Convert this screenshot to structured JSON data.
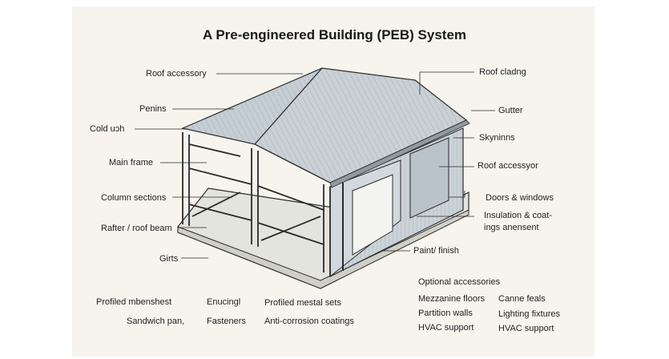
{
  "title": "A Pre-engineered Building (PEB) System",
  "labels_left": [
    {
      "id": "roof-accessory-left",
      "text": "Roof accessory"
    },
    {
      "id": "penins",
      "text": "Penins"
    },
    {
      "id": "cold-form",
      "text": "Cold uɔh"
    },
    {
      "id": "main-frame",
      "text": "Main frame"
    },
    {
      "id": "column-sections",
      "text": "Column sections"
    },
    {
      "id": "rafter-roof-beam",
      "text": "Rafter / roof beam"
    },
    {
      "id": "girts",
      "text": "Girts"
    }
  ],
  "labels_right": [
    {
      "id": "roof-cladding",
      "text": "Roof cladng"
    },
    {
      "id": "gutter",
      "text": "Gutter"
    },
    {
      "id": "skynins",
      "text": "Skyninns"
    },
    {
      "id": "roof-accessory-right",
      "text": "Roof accessyor"
    },
    {
      "id": "doors-windows",
      "text": "Doors & windows"
    },
    {
      "id": "insulation-1",
      "text": "Insulation & coat-"
    },
    {
      "id": "insulation-2",
      "text": "ings  anensent"
    },
    {
      "id": "paint-finish",
      "text": "Paint/ finish"
    }
  ],
  "bottom_left": [
    {
      "id": "profiled-members",
      "text": "Profiled mbenshest"
    },
    {
      "id": "bracing",
      "text": "Enucingl"
    },
    {
      "id": "profiled-metal",
      "text": "Profiled mestal sets"
    },
    {
      "id": "sandwich-panels",
      "text": "Sandwich pan,"
    },
    {
      "id": "fasteners",
      "text": "Fasteners"
    },
    {
      "id": "anti-corrosion",
      "text": "Anti-corrosion coatings"
    }
  ],
  "optional": {
    "title": "Optional accessories",
    "col1": [
      "Mezzanine floors",
      "Partition walls",
      "HVAC support"
    ],
    "col2": [
      "Canne feals",
      "Lighting fixtures",
      "HVAC support"
    ]
  },
  "colors": {
    "roof": "#c7d0d6",
    "wall": "#cdd5da",
    "slab": "#e3e3dd",
    "line": "#2a2a2a",
    "background": "#f6f4ed"
  }
}
